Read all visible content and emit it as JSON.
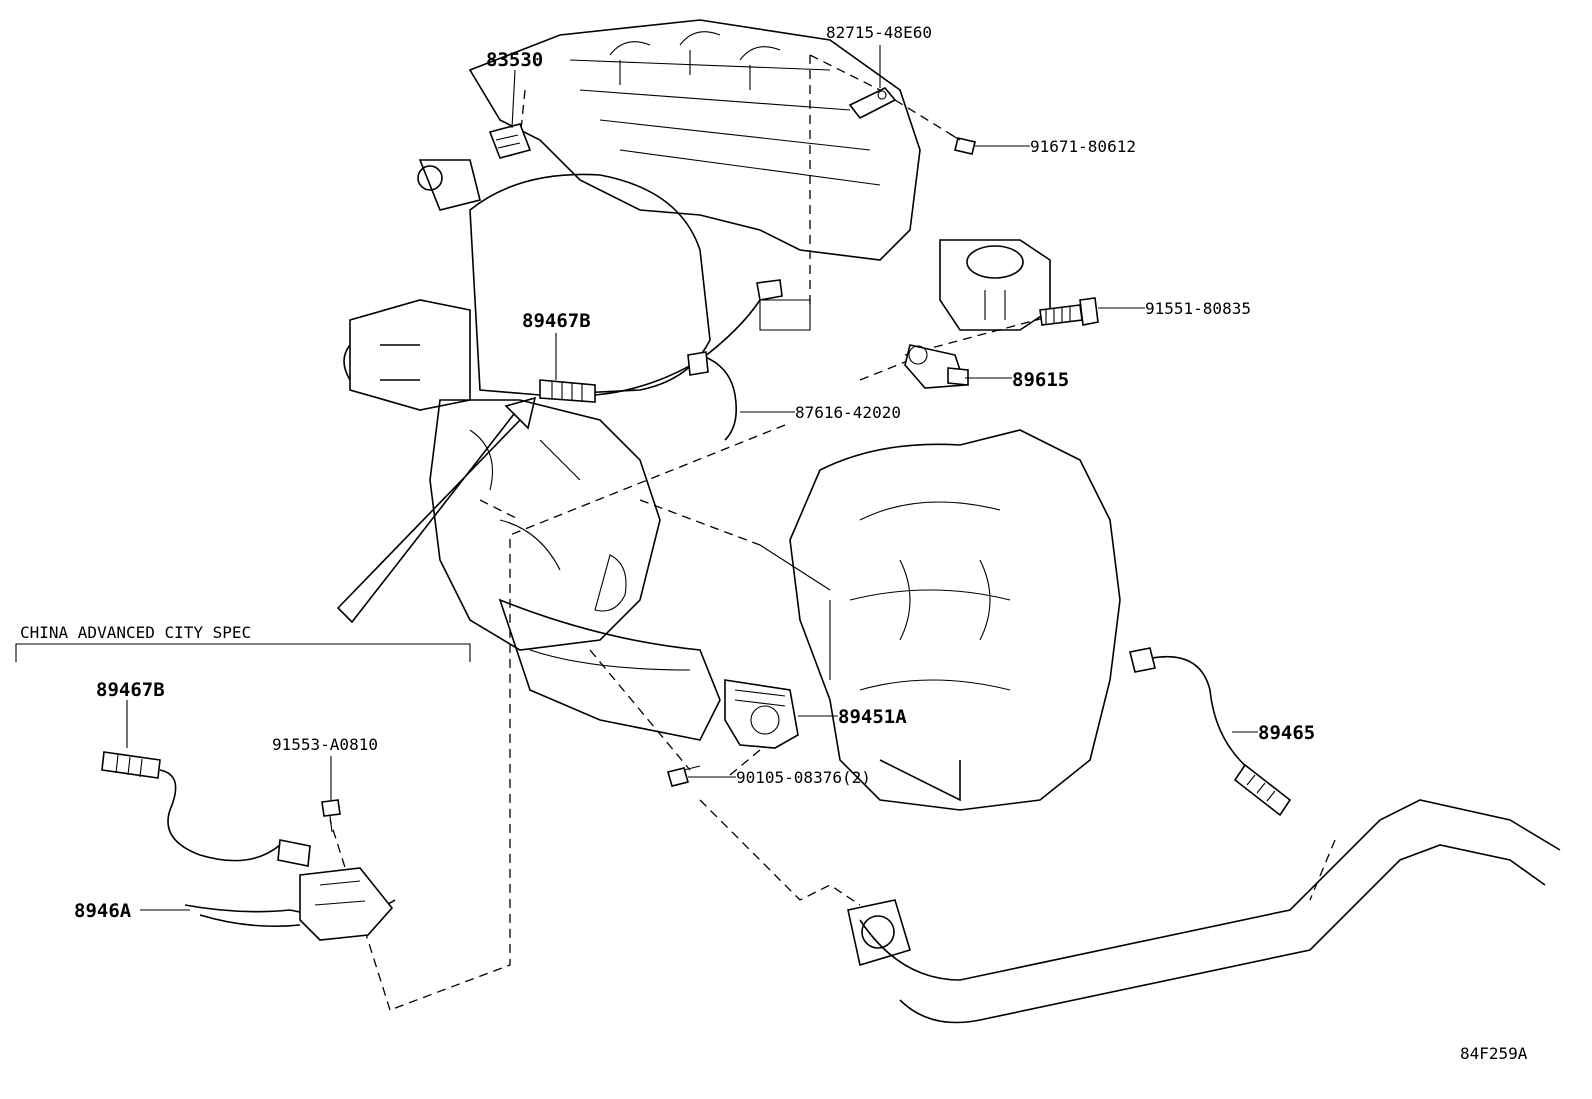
{
  "callouts": {
    "p83530": "83530",
    "p82715": "82715-48E60",
    "p91671": "91671-80612",
    "p91551": "91551-80835",
    "p89467b": "89467B",
    "p89615": "89615",
    "p87616": "87616-42020",
    "p89451a": "89451A",
    "p90105": "90105-08376(2)",
    "p89465": "89465"
  },
  "inset": {
    "title": "CHINA ADVANCED CITY SPEC",
    "p89467b": "89467B",
    "p91553": "91553-A0810",
    "p8946a": "8946A"
  },
  "figure_code": "84F259A"
}
